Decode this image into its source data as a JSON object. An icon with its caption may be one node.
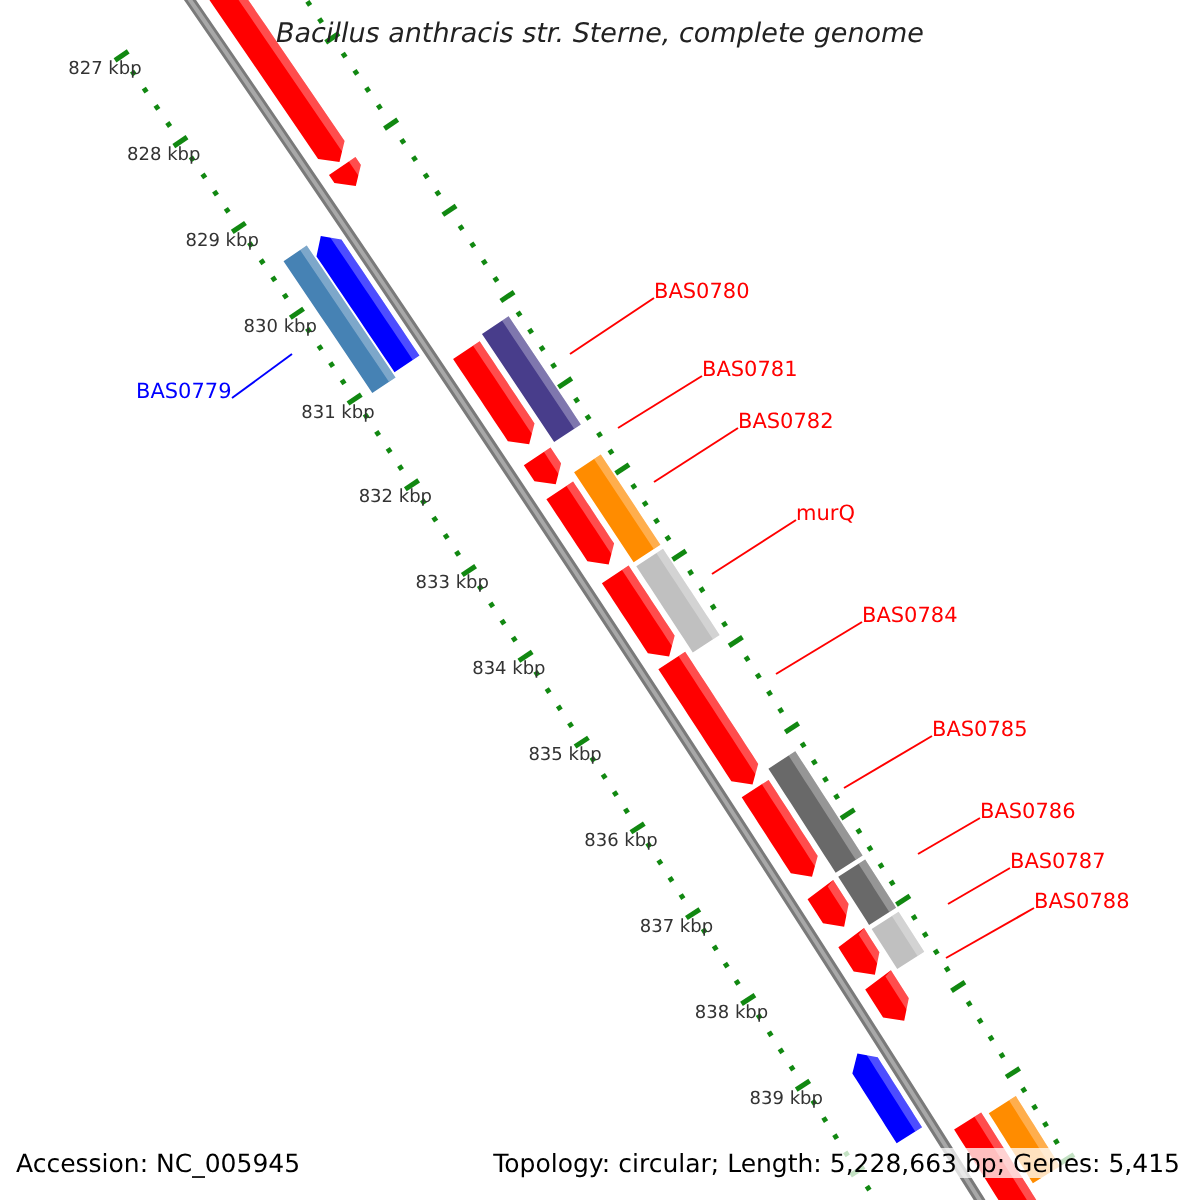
{
  "diagram": {
    "title": "Bacillus anthracis str. Sterne, complete genome",
    "nodes": [
      {
        "text": [
          "BAS0779"
        ]
      },
      {
        "text": [
          "BAS0780"
        ]
      },
      {
        "text": [
          "BAS0781"
        ]
      },
      {
        "text": [
          "BAS0782"
        ]
      },
      {
        "text": [
          "murQ"
        ]
      },
      {
        "text": [
          "BAS0784"
        ]
      },
      {
        "text": [
          "BAS0785"
        ]
      },
      {
        "text": [
          "BAS0786"
        ]
      },
      {
        "text": [
          "BAS0787"
        ]
      },
      {
        "text": [
          "BAS0788"
        ]
      }
    ],
    "edges": [
      {
        "from": 0,
        "to": null,
        "arrow": "none",
        "color": "#0000ff"
      },
      {
        "from": 1,
        "to": null,
        "arrow": "none"
      },
      {
        "from": 2,
        "to": null,
        "arrow": "none"
      },
      {
        "from": 3,
        "to": null,
        "arrow": "none"
      },
      {
        "from": 4,
        "to": null,
        "arrow": "none"
      },
      {
        "from": 5,
        "to": null,
        "arrow": "none"
      },
      {
        "from": 6,
        "to": null,
        "arrow": "none"
      },
      {
        "from": 7,
        "to": null,
        "arrow": "none"
      },
      {
        "from": 8,
        "to": null,
        "arrow": "none"
      },
      {
        "from": 9,
        "to": null,
        "arrow": "none"
      }
    ],
    "labels": [
      "827 kbp",
      "828 kbp",
      "829 kbp",
      "830 kbp",
      "831 kbp",
      "832 kbp",
      "833 kbp",
      "834 kbp",
      "835 kbp",
      "836 kbp",
      "837 kbp",
      "838 kbp",
      "839 kbp",
      "Accession: NC_005945",
      "Topology: circular; Length: 5,228,663 bp; Genes: 5,415"
    ]
  }
}
